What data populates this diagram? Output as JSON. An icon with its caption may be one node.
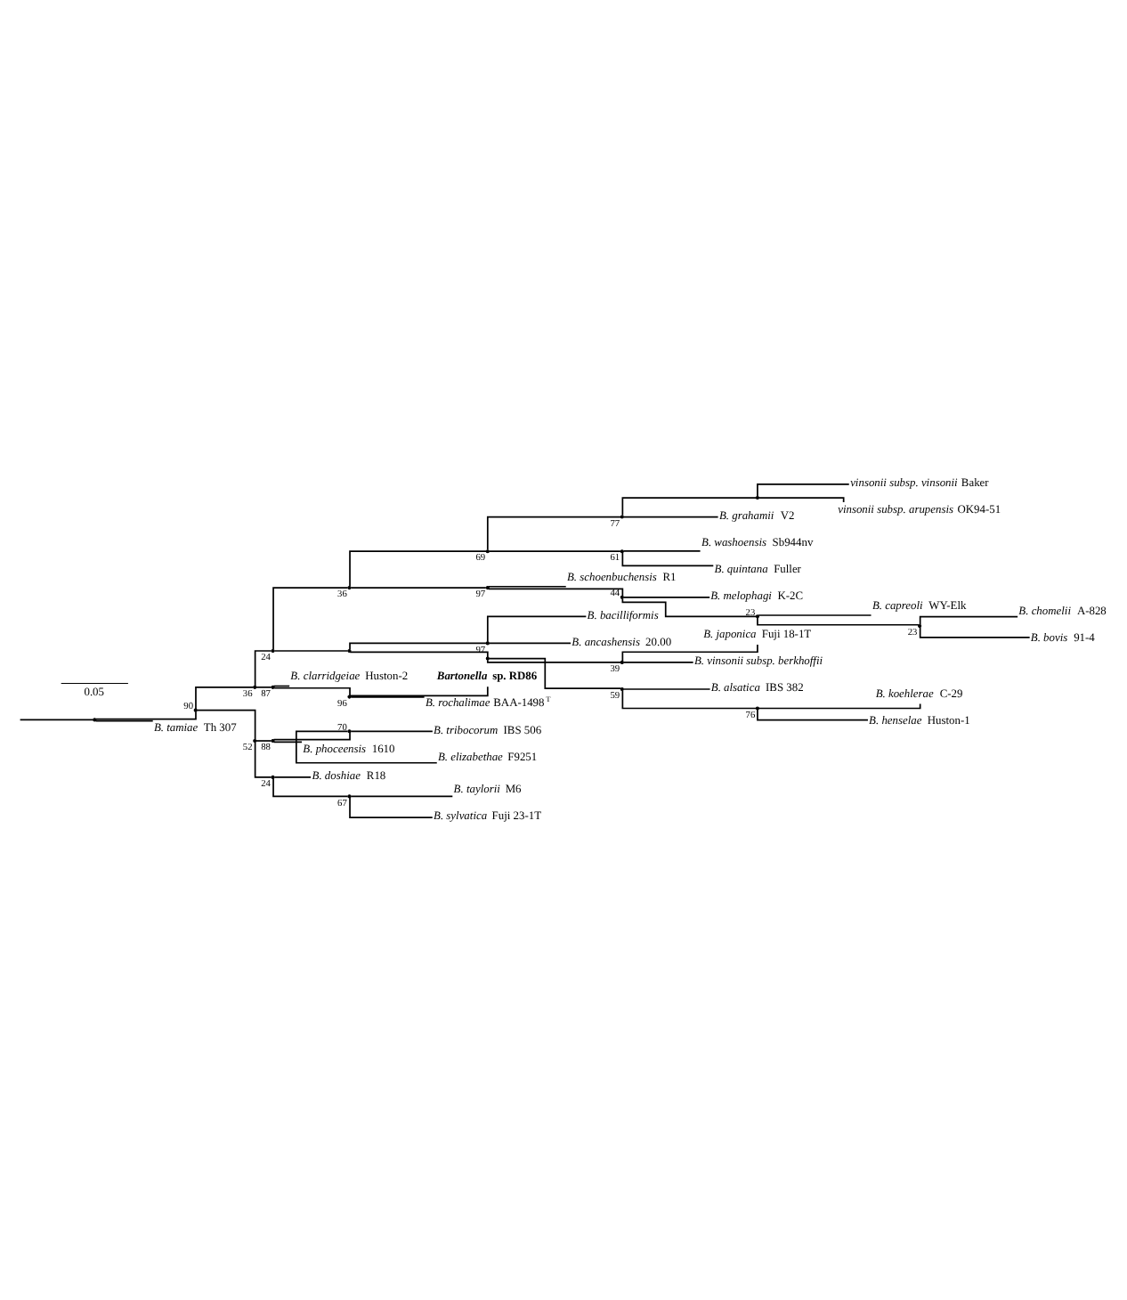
{
  "diagram": {
    "nodes": [
      {
        "text": [],
        "shape": "point"
      },
      {
        "text": [],
        "shape": "point",
        "beside": [
          "90"
        ]
      },
      {
        "text": [],
        "shape": "point",
        "beside": [
          "36"
        ]
      },
      {
        "text": [],
        "shape": "point",
        "beside": [
          "24"
        ]
      },
      {
        "text": [],
        "shape": "point",
        "beside": [
          "36"
        ]
      },
      {
        "text": [],
        "shape": "point",
        "beside": [
          "69"
        ]
      },
      {
        "text": [],
        "shape": "point",
        "beside": [
          "77"
        ]
      },
      {
        "text": [],
        "shape": "point"
      },
      {
        "text": [
          "*vinsonii subsp. vinsonii* Baker"
        ]
      },
      {
        "text": [
          "*vinsonii subsp. arupensis* OK94-51"
        ]
      },
      {
        "text": [
          "*B. grahamii* V2"
        ]
      },
      {
        "text": [],
        "shape": "point",
        "beside": [
          "61"
        ]
      },
      {
        "text": [
          "*B. washoensis* Sb944nv"
        ]
      },
      {
        "text": [
          "*B. quintana* Fuller"
        ]
      },
      {
        "text": [],
        "shape": "point",
        "beside": [
          "97"
        ]
      },
      {
        "text": [
          "*B. schoenbuchensis* R1"
        ]
      },
      {
        "text": [],
        "shape": "point",
        "beside": [
          "44"
        ]
      },
      {
        "text": [
          "*B. melophagi* K-2C"
        ]
      },
      {
        "text": [],
        "shape": "point",
        "beside": [
          "23"
        ]
      },
      {
        "text": [
          "*B. capreoli* WY-Elk"
        ]
      },
      {
        "text": [],
        "shape": "point",
        "beside": [
          "23"
        ]
      },
      {
        "text": [
          "*B. chomelii* A-828"
        ]
      },
      {
        "text": [
          "*B. bovis* 91-4"
        ]
      },
      {
        "text": [],
        "shape": "point"
      },
      {
        "text": [],
        "shape": "point",
        "beside": [
          "97"
        ]
      },
      {
        "text": [
          "*B. bacilliformis*"
        ]
      },
      {
        "text": [
          "*B. ancashensis* 20.00"
        ]
      },
      {
        "text": [],
        "shape": "point"
      },
      {
        "text": [],
        "shape": "point",
        "beside": [
          "39"
        ]
      },
      {
        "text": [
          "*B. japonica* Fuji 18-1T"
        ]
      },
      {
        "text": [
          "*B. vinsonii subsp. berkhoffii*"
        ]
      },
      {
        "text": [],
        "shape": "point",
        "beside": [
          "59"
        ]
      },
      {
        "text": [
          "*B. alsatica* IBS 382"
        ]
      },
      {
        "text": [],
        "shape": "point",
        "beside": [
          "76"
        ]
      },
      {
        "text": [
          "*B. koehlerae* C-29"
        ]
      },
      {
        "text": [
          "*B. henselae* Huston-1"
        ]
      },
      {
        "text": [],
        "shape": "point",
        "beside": [
          "87"
        ]
      },
      {
        "text": [
          "*B. clarridgeiae* Huston-2"
        ]
      },
      {
        "text": [],
        "shape": "point",
        "beside": [
          "96"
        ]
      },
      {
        "text": [
          "***Bartonella* sp. RD86**"
        ]
      },
      {
        "text": [
          "*B. rochalimae* BAA-1498$^{T}$"
        ]
      },
      {
        "text": [],
        "shape": "point",
        "beside": [
          "52"
        ]
      },
      {
        "text": [],
        "shape": "point",
        "beside": [
          "88"
        ]
      },
      {
        "text": [],
        "shape": "point",
        "beside": [
          "70"
        ]
      },
      {
        "text": [
          "*B. tribocorum* IBS 506"
        ]
      },
      {
        "text": [
          "*B. elizabethae* F9251"
        ]
      },
      {
        "text": [
          "*B. phoceensis* 1610"
        ]
      },
      {
        "text": [],
        "shape": "point",
        "beside": [
          "24"
        ]
      },
      {
        "text": [
          "*B. doshiae* R18"
        ]
      },
      {
        "text": [],
        "shape": "point",
        "beside": [
          "67"
        ]
      },
      {
        "text": [
          "*B. taylorii* M6"
        ]
      },
      {
        "text": [
          "*B. sylvatica* Fuji 23-1T"
        ]
      },
      {
        "text": [
          "*B. tamiae* Th 307"
        ]
      }
    ],
    "edges": [
      {
        "from": null,
        "to": 0,
        "arrow": "none"
      },
      {
        "from": 0,
        "to": 1,
        "arrow": "none"
      },
      {
        "from": 0,
        "to": 52,
        "arrow": "none"
      },
      {
        "from": 1,
        "to": 2,
        "arrow": "none"
      },
      {
        "from": 1,
        "to": 41,
        "arrow": "none"
      },
      {
        "from": 2,
        "to": 3,
        "arrow": "none"
      },
      {
        "from": 2,
        "to": 36,
        "arrow": "none"
      },
      {
        "from": 3,
        "to": 4,
        "arrow": "none"
      },
      {
        "from": 3,
        "to": 23,
        "arrow": "none"
      },
      {
        "from": 4,
        "to": 5,
        "arrow": "none"
      },
      {
        "from": 4,
        "to": 14,
        "arrow": "none"
      },
      {
        "from": 5,
        "to": 6,
        "arrow": "none"
      },
      {
        "from": 5,
        "to": 11,
        "arrow": "none"
      },
      {
        "from": 6,
        "to": 7,
        "arrow": "none"
      },
      {
        "from": 6,
        "to": 10,
        "arrow": "none"
      },
      {
        "from": 7,
        "to": 8,
        "arrow": "none"
      },
      {
        "from": 7,
        "to": 9,
        "arrow": "none"
      },
      {
        "from": 11,
        "to": 12,
        "arrow": "none"
      },
      {
        "from": 11,
        "to": 13,
        "arrow": "none"
      },
      {
        "from": 14,
        "to": 15,
        "arrow": "none"
      },
      {
        "from": 14,
        "to": 16,
        "arrow": "none"
      },
      {
        "from": 16,
        "to": 17,
        "arrow": "none"
      },
      {
        "from": 16,
        "to": 18,
        "arrow": "none"
      },
      {
        "from": 18,
        "to": 19,
        "arrow": "none"
      },
      {
        "from": 18,
        "to": 20,
        "arrow": "none"
      },
      {
        "from": 20,
        "to": 21,
        "arrow": "none"
      },
      {
        "from": 20,
        "to": 22,
        "arrow": "none"
      },
      {
        "from": 23,
        "to": 24,
        "arrow": "none"
      },
      {
        "from": 23,
        "to": 27,
        "arrow": "none"
      },
      {
        "from": 24,
        "to": 25,
        "arrow": "none"
      },
      {
        "from": 24,
        "to": 26,
        "arrow": "none"
      },
      {
        "from": 27,
        "to": 28,
        "arrow": "none"
      },
      {
        "from": 27,
        "to": 31,
        "arrow": "none"
      },
      {
        "from": 28,
        "to": 29,
        "arrow": "none"
      },
      {
        "from": 28,
        "to": 30,
        "arrow": "none"
      },
      {
        "from": 31,
        "to": 32,
        "arrow": "none"
      },
      {
        "from": 31,
        "to": 33,
        "arrow": "none"
      },
      {
        "from": 33,
        "to": 34,
        "arrow": "none"
      },
      {
        "from": 33,
        "to": 35,
        "arrow": "none"
      },
      {
        "from": 36,
        "to": 37,
        "arrow": "none"
      },
      {
        "from": 36,
        "to": 38,
        "arrow": "none"
      },
      {
        "from": 38,
        "to": 39,
        "arrow": "none"
      },
      {
        "from": 38,
        "to": 40,
        "arrow": "none"
      },
      {
        "from": 41,
        "to": 42,
        "arrow": "none"
      },
      {
        "from": 41,
        "to": 47,
        "arrow": "none"
      },
      {
        "from": 42,
        "to": 43,
        "arrow": "none"
      },
      {
        "from": 42,
        "to": 46,
        "arrow": "none"
      },
      {
        "from": 43,
        "to": 44,
        "arrow": "none"
      },
      {
        "from": 43,
        "to": 45,
        "arrow": "none"
      },
      {
        "from": 47,
        "to": 48,
        "arrow": "none"
      },
      {
        "from": 47,
        "to": 49,
        "arrow": "none"
      },
      {
        "from": 49,
        "to": 50,
        "arrow": "none"
      },
      {
        "from": 49,
        "to": 51,
        "arrow": "none"
      }
    ],
    "labels": [
      "0.05"
    ]
  }
}
